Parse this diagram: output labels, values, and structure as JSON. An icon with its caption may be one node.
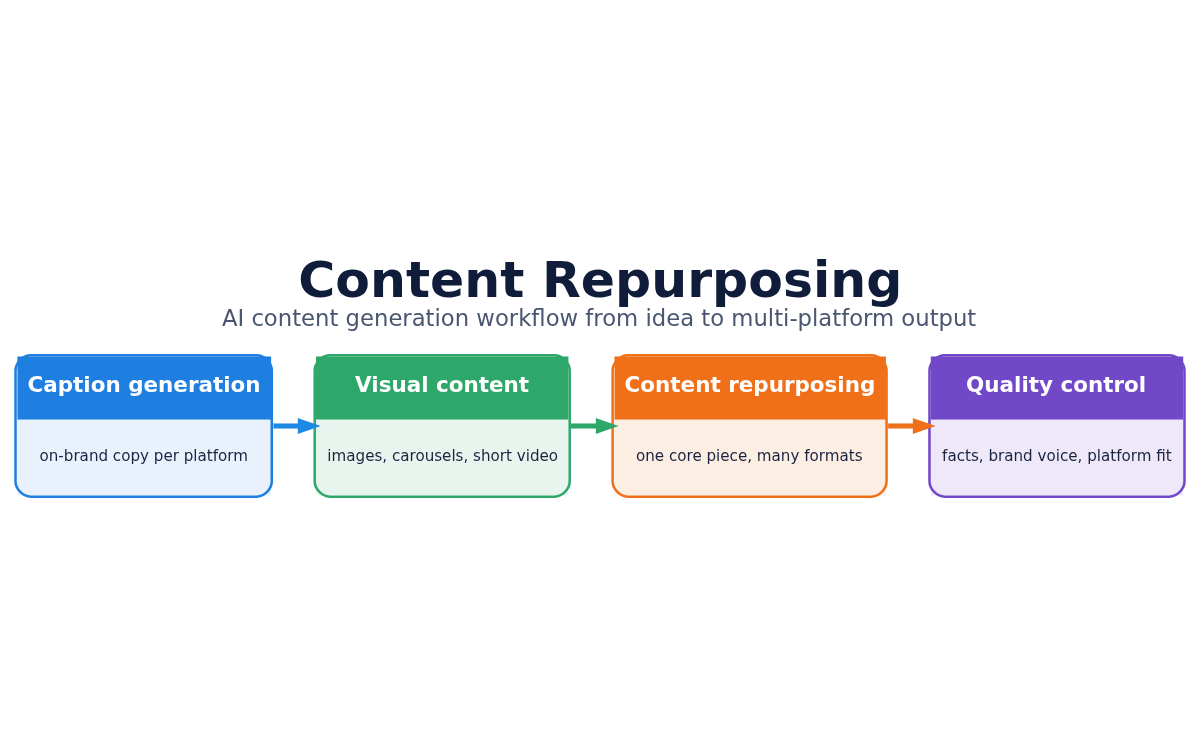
{
  "diagram": {
    "title": "Content Repurposing",
    "caption": "AI content generation workflow from idea to multi-platform output",
    "nodes": [
      {
        "text": [
          "Caption generation",
          "on-brand copy per platform"
        ]
      },
      {
        "text": [
          "Visual content",
          "images, carousels, short video"
        ]
      },
      {
        "text": [
          "Content repurposing",
          "one core piece, many formats"
        ]
      },
      {
        "text": [
          "Quality control",
          "facts, brand voice, platform fit"
        ]
      }
    ],
    "edges": [
      {
        "from": 0,
        "to": 1,
        "arrow": "to",
        "color": "#1e88e5"
      },
      {
        "from": 1,
        "to": 2,
        "arrow": "to",
        "color": "#2ea86a"
      },
      {
        "from": 2,
        "to": 3,
        "arrow": "to",
        "color": "#f0701a"
      }
    ]
  }
}
